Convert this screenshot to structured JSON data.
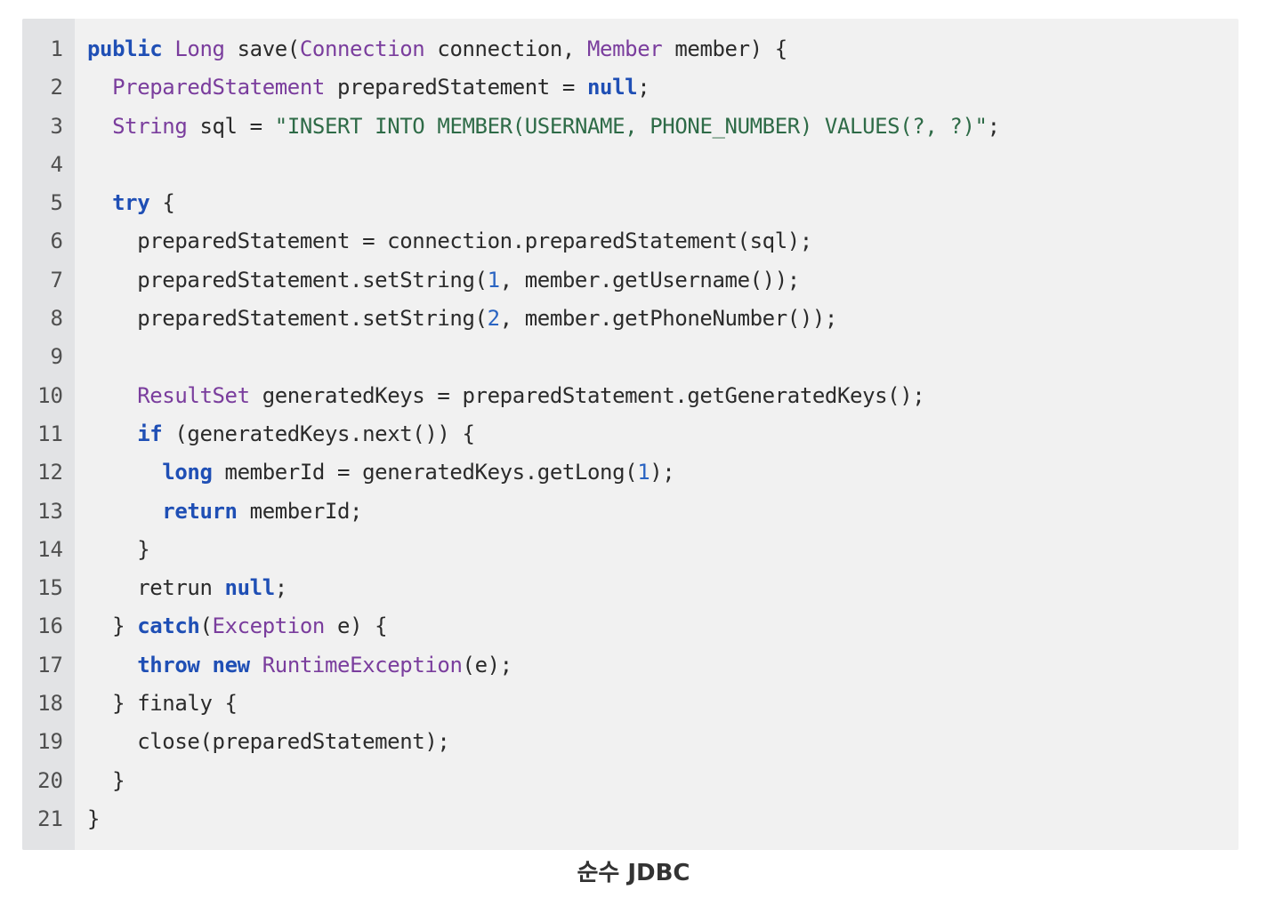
{
  "code_block": {
    "line_numbers": [
      "1",
      "2",
      "3",
      "4",
      "5",
      "6",
      "7",
      "8",
      "9",
      "10",
      "11",
      "12",
      "13",
      "14",
      "15",
      "16",
      "17",
      "18",
      "19",
      "20",
      "21"
    ],
    "lines": [
      [
        {
          "t": "public",
          "k": "kw"
        },
        {
          "t": " ",
          "k": "pl"
        },
        {
          "t": "Long",
          "k": "ty"
        },
        {
          "t": " save(",
          "k": "pl"
        },
        {
          "t": "Connection",
          "k": "ty"
        },
        {
          "t": " connection, ",
          "k": "pl"
        },
        {
          "t": "Member",
          "k": "ty"
        },
        {
          "t": " member) {",
          "k": "pl"
        }
      ],
      [
        {
          "t": "  ",
          "k": "pl"
        },
        {
          "t": "PreparedStatement",
          "k": "ty"
        },
        {
          "t": " preparedStatement = ",
          "k": "pl"
        },
        {
          "t": "null",
          "k": "kw"
        },
        {
          "t": ";",
          "k": "pl"
        }
      ],
      [
        {
          "t": "  ",
          "k": "pl"
        },
        {
          "t": "String",
          "k": "ty"
        },
        {
          "t": " sql = ",
          "k": "pl"
        },
        {
          "t": "\"INSERT INTO MEMBER(USERNAME, PHONE_NUMBER) VALUES(?, ?)\"",
          "k": "st"
        },
        {
          "t": ";",
          "k": "pl"
        }
      ],
      [],
      [
        {
          "t": "  ",
          "k": "pl"
        },
        {
          "t": "try",
          "k": "kw"
        },
        {
          "t": " {",
          "k": "pl"
        }
      ],
      [
        {
          "t": "    preparedStatement = connection.preparedStatement(sql);",
          "k": "pl"
        }
      ],
      [
        {
          "t": "    preparedStatement.setString(",
          "k": "pl"
        },
        {
          "t": "1",
          "k": "nu"
        },
        {
          "t": ", member.getUsername());",
          "k": "pl"
        }
      ],
      [
        {
          "t": "    preparedStatement.setString(",
          "k": "pl"
        },
        {
          "t": "2",
          "k": "nu"
        },
        {
          "t": ", member.getPhoneNumber());",
          "k": "pl"
        }
      ],
      [],
      [
        {
          "t": "    ",
          "k": "pl"
        },
        {
          "t": "ResultSet",
          "k": "ty"
        },
        {
          "t": " generatedKeys = preparedStatement.getGeneratedKeys();",
          "k": "pl"
        }
      ],
      [
        {
          "t": "    ",
          "k": "pl"
        },
        {
          "t": "if",
          "k": "kw"
        },
        {
          "t": " (generatedKeys.next()) {",
          "k": "pl"
        }
      ],
      [
        {
          "t": "      ",
          "k": "pl"
        },
        {
          "t": "long",
          "k": "kw"
        },
        {
          "t": " memberId = generatedKeys.getLong(",
          "k": "pl"
        },
        {
          "t": "1",
          "k": "nu"
        },
        {
          "t": ");",
          "k": "pl"
        }
      ],
      [
        {
          "t": "      ",
          "k": "pl"
        },
        {
          "t": "return",
          "k": "kw"
        },
        {
          "t": " memberId;",
          "k": "pl"
        }
      ],
      [
        {
          "t": "    }",
          "k": "pl"
        }
      ],
      [
        {
          "t": "    retrun ",
          "k": "pl"
        },
        {
          "t": "null",
          "k": "kw"
        },
        {
          "t": ";",
          "k": "pl"
        }
      ],
      [
        {
          "t": "  } ",
          "k": "pl"
        },
        {
          "t": "catch",
          "k": "kw"
        },
        {
          "t": "(",
          "k": "pl"
        },
        {
          "t": "Exception",
          "k": "ty"
        },
        {
          "t": " e) {",
          "k": "pl"
        }
      ],
      [
        {
          "t": "    ",
          "k": "pl"
        },
        {
          "t": "throw",
          "k": "kw"
        },
        {
          "t": " ",
          "k": "pl"
        },
        {
          "t": "new",
          "k": "kw"
        },
        {
          "t": " ",
          "k": "pl"
        },
        {
          "t": "RuntimeException",
          "k": "ty"
        },
        {
          "t": "(e);",
          "k": "pl"
        }
      ],
      [
        {
          "t": "  } finaly {",
          "k": "pl"
        }
      ],
      [
        {
          "t": "    close(preparedStatement);",
          "k": "pl"
        }
      ],
      [
        {
          "t": "  }",
          "k": "pl"
        }
      ],
      [
        {
          "t": "}",
          "k": "pl"
        }
      ]
    ]
  },
  "caption": "순수 JDBC",
  "colors": {
    "keyword": "#1f4fb5",
    "type": "#7a3d9d",
    "string": "#2e6b47",
    "number": "#2a64c2",
    "plain": "#2b2b2b",
    "background": "#f1f1f1",
    "gutter": "#e2e3e5"
  }
}
